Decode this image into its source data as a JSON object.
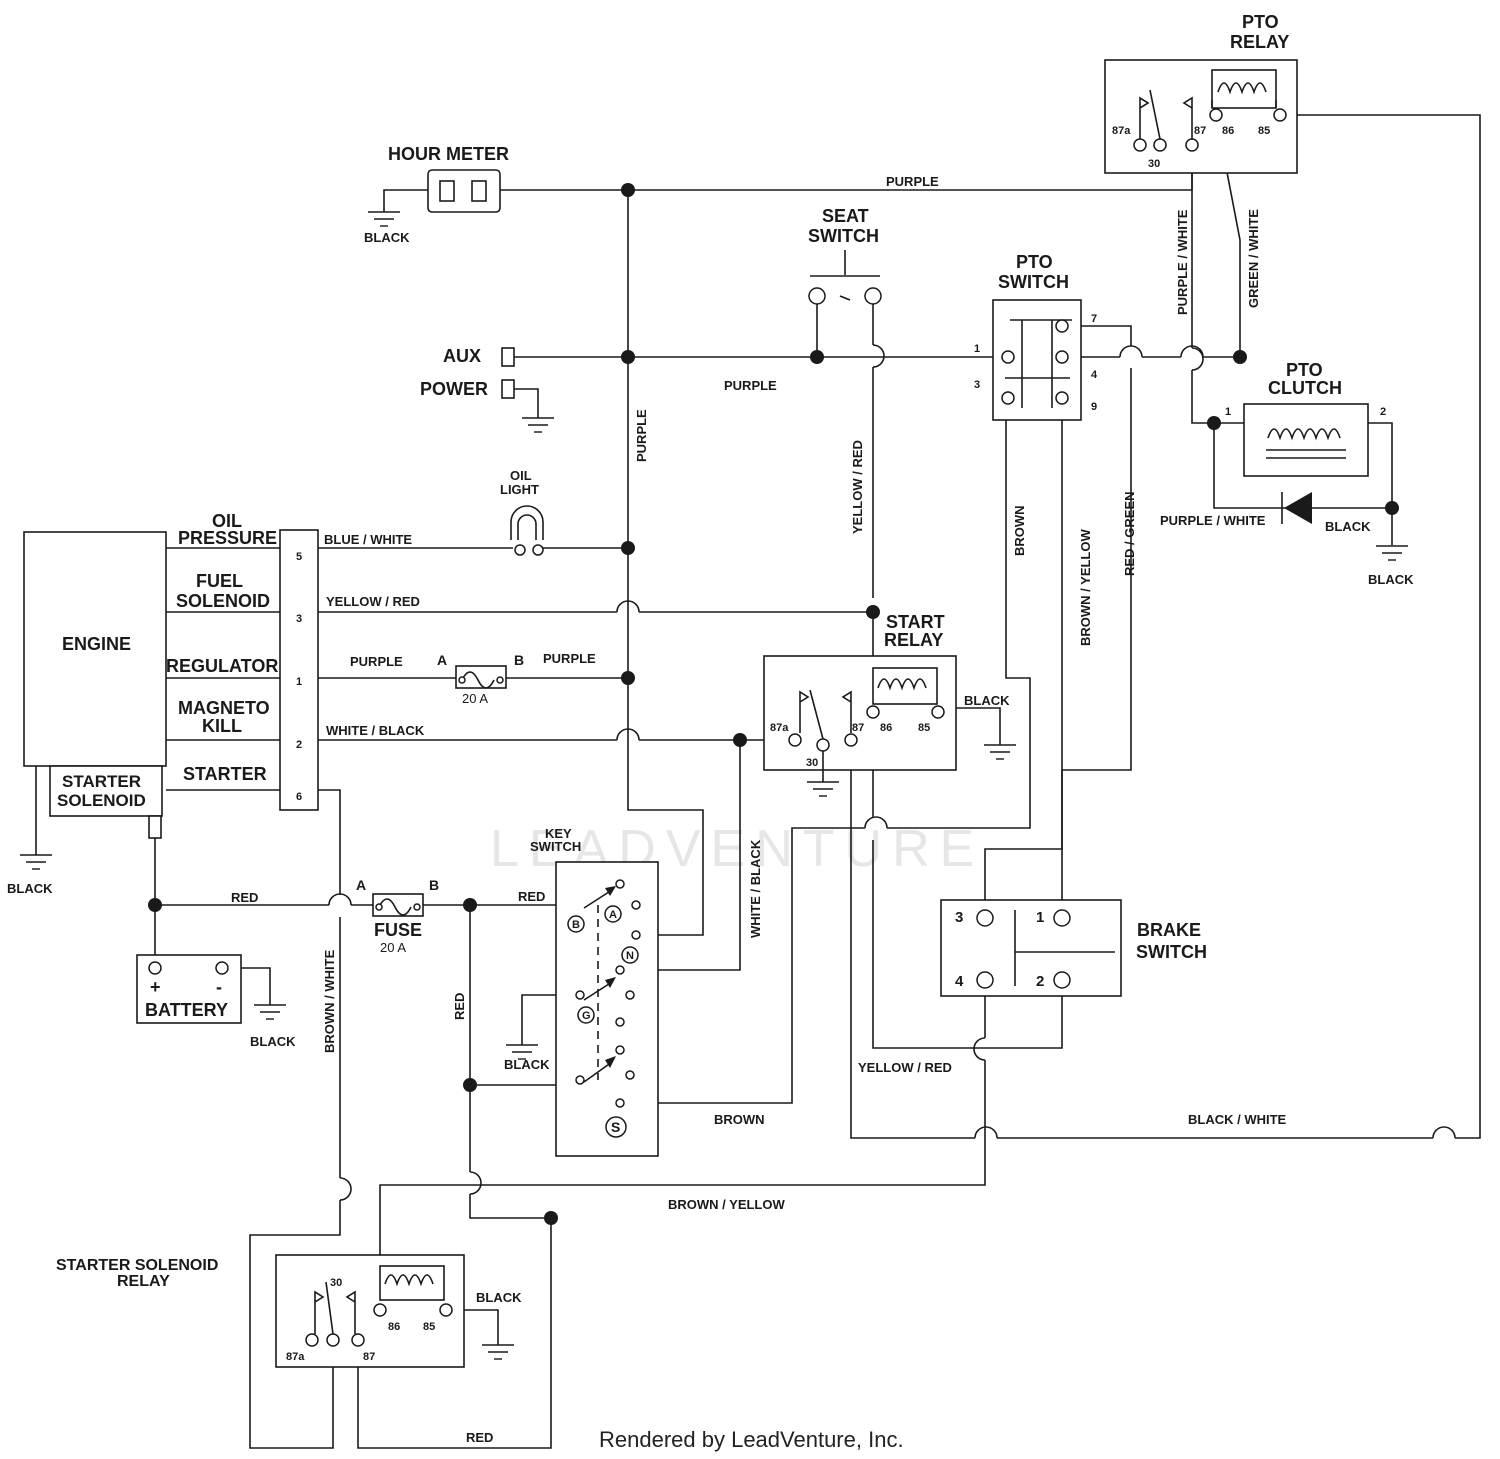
{
  "components": {
    "hour_meter": "HOUR METER",
    "pto_relay": [
      "PTO",
      "RELAY"
    ],
    "seat_switch": [
      "SEAT",
      "SWITCH"
    ],
    "pto_switch": [
      "PTO",
      "SWITCH"
    ],
    "pto_clutch": [
      "PTO",
      "CLUTCH"
    ],
    "aux": "AUX",
    "power": "POWER",
    "oil_light": [
      "OIL",
      "LIGHT"
    ],
    "engine": "ENGINE",
    "oil_pressure": [
      "OIL",
      "PRESSURE"
    ],
    "fuel_solenoid": [
      "FUEL",
      "SOLENOID"
    ],
    "regulator": "REGULATOR",
    "magneto_kill": [
      "MAGNETO",
      "KILL"
    ],
    "starter": "STARTER",
    "starter_solenoid": [
      "STARTER",
      "SOLENOID"
    ],
    "start_relay": [
      "START",
      "RELAY"
    ],
    "key_switch": [
      "KEY",
      "SWITCH"
    ],
    "fuse": "FUSE",
    "battery": "BATTERY",
    "brake_switch": [
      "BRAKE",
      "SWITCH"
    ],
    "starter_solenoid_relay": [
      "STARTER SOLENOID",
      "RELAY"
    ]
  },
  "wires": {
    "purple": "PURPLE",
    "black": "BLACK",
    "blue_white": "BLUE / WHITE",
    "yellow_red": "YELLOW / RED",
    "white_black": "WHITE / BLACK",
    "red": "RED",
    "brown": "BROWN",
    "brown_yellow": "BROWN / YELLOW",
    "red_green": "RED / GREEN",
    "purple_white": "PURPLE / WHITE",
    "green_white": "GREEN / WHITE",
    "brown_white": "BROWN / WHITE",
    "black_white": "BLACK / WHITE"
  },
  "pins": {
    "relay": [
      "87a",
      "30",
      "87",
      "86",
      "85"
    ],
    "connector": [
      "5",
      "3",
      "1",
      "2",
      "6"
    ],
    "pto_switch": [
      "1",
      "3",
      "7",
      "4",
      "9"
    ],
    "clutch": [
      "1",
      "2"
    ],
    "brake": [
      "3",
      "1",
      "4",
      "2"
    ],
    "key": [
      "B",
      "A",
      "N",
      "G",
      "S"
    ],
    "fuse_ends": [
      "A",
      "B"
    ],
    "battery": [
      "+",
      "-"
    ]
  },
  "ratings": {
    "fuse_small": "20 A",
    "fuse_main": "20 A"
  },
  "footer": "Rendered by LeadVenture, Inc.",
  "watermark": "LEADVENTURE",
  "colors": {
    "line": "#1a1a1a",
    "watermark": "#e6e6e6"
  }
}
